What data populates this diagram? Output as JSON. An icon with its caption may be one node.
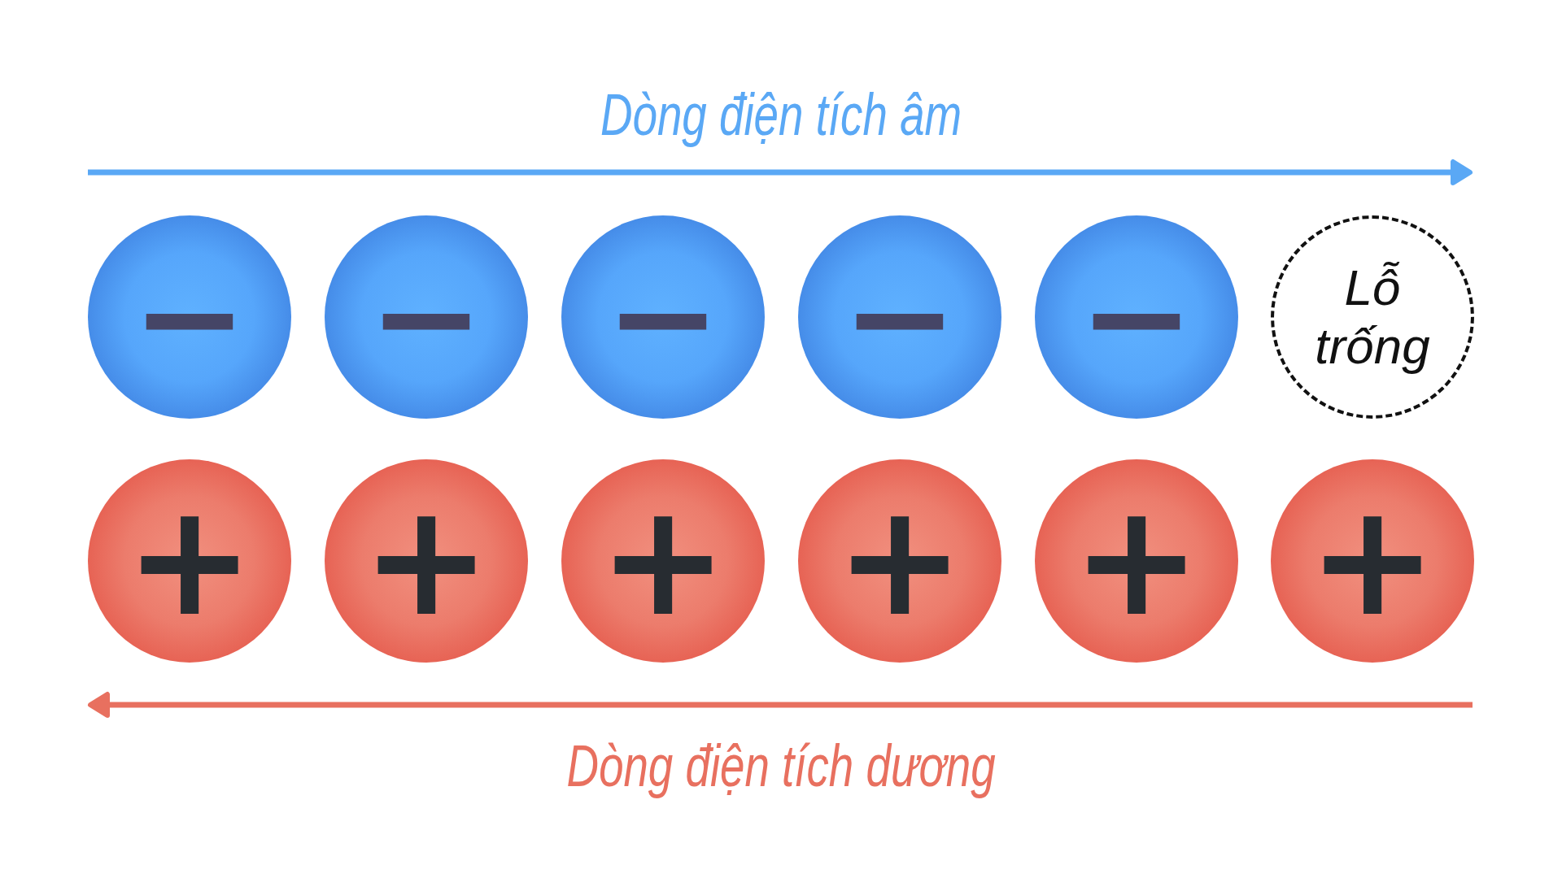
{
  "diagram": {
    "nodes": [
      {
        "text": [
          "−"
        ]
      },
      {
        "text": [
          "−"
        ]
      },
      {
        "text": [
          "−"
        ]
      },
      {
        "text": [
          "−"
        ]
      },
      {
        "text": [
          "−"
        ]
      },
      {
        "text": [
          "Lỗ trống"
        ]
      },
      {
        "text": [
          "+"
        ]
      },
      {
        "text": [
          "+"
        ]
      },
      {
        "text": [
          "+"
        ]
      },
      {
        "text": [
          "+"
        ]
      },
      {
        "text": [
          "+"
        ]
      },
      {
        "text": [
          "+"
        ]
      }
    ],
    "labels": [
      "Dòng điện tích âm",
      "Dòng điện tích dương"
    ]
  }
}
